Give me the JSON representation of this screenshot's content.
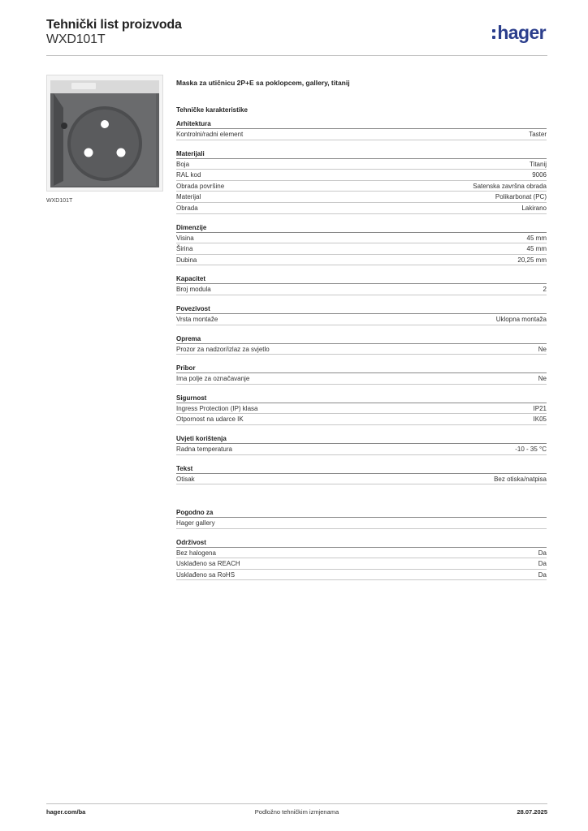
{
  "header": {
    "title": "Tehnički list proizvoda",
    "subtitle": "WXD101T",
    "logo_text": "hager",
    "brand_color": "#2b3e8c"
  },
  "image": {
    "caption": "WXD101T"
  },
  "product": {
    "title": "Maska za utičnicu 2P+E sa poklopcem, gallery, titanij",
    "characteristics_title": "Tehničke karakteristike"
  },
  "groups": [
    {
      "title": "Arhitektura",
      "rows": [
        {
          "k": "Kontrolni/radni element",
          "v": "Taster"
        }
      ]
    },
    {
      "title": "Materijali",
      "rows": [
        {
          "k": "Boja",
          "v": "Titanij"
        },
        {
          "k": "RAL kod",
          "v": "9006"
        },
        {
          "k": "Obrada površine",
          "v": "Satenska završna obrada"
        },
        {
          "k": "Materijal",
          "v": "Polikarbonat (PC)"
        },
        {
          "k": "Obrada",
          "v": "Lakirano"
        }
      ]
    },
    {
      "title": "Dimenzije",
      "rows": [
        {
          "k": "Visina",
          "v": "45 mm"
        },
        {
          "k": "Širina",
          "v": "45 mm"
        },
        {
          "k": "Dubina",
          "v": "20,25 mm"
        }
      ]
    },
    {
      "title": "Kapacitet",
      "rows": [
        {
          "k": "Broj modula",
          "v": "2"
        }
      ]
    },
    {
      "title": "Povezivost",
      "rows": [
        {
          "k": "Vrsta montaže",
          "v": "Uklopna montaža"
        }
      ]
    },
    {
      "title": "Oprema",
      "rows": [
        {
          "k": "Prozor za nadzor/izlaz za svjetlo",
          "v": "Ne"
        }
      ]
    },
    {
      "title": "Pribor",
      "rows": [
        {
          "k": "Ima polje za označavanje",
          "v": "Ne"
        }
      ]
    },
    {
      "title": "Sigurnost",
      "rows": [
        {
          "k": "Ingress Protection (IP) klasa",
          "v": "IP21"
        },
        {
          "k": "Otpornost na udarce IK",
          "v": "IK05"
        }
      ]
    },
    {
      "title": "Uvjeti korištenja",
      "rows": [
        {
          "k": "Radna temperatura",
          "v": "-10 - 35 °C"
        }
      ]
    },
    {
      "title": "Tekst",
      "rows": [
        {
          "k": "Otisak",
          "v": "Bez otiska/natpisa"
        }
      ]
    },
    {
      "title": "Pogodno za",
      "rows": [
        {
          "k": "Hager gallery",
          "v": ""
        }
      ]
    },
    {
      "title": "Održivost",
      "rows": [
        {
          "k": "Bez halogena",
          "v": "Da"
        },
        {
          "k": "Usklađeno sa REACH",
          "v": "Da"
        },
        {
          "k": "Usklađeno sa RoHS",
          "v": "Da"
        }
      ]
    }
  ],
  "footer": {
    "left": "hager.com/ba",
    "center": "Podložno tehničkim izmjenama",
    "right": "28.07.2025"
  }
}
